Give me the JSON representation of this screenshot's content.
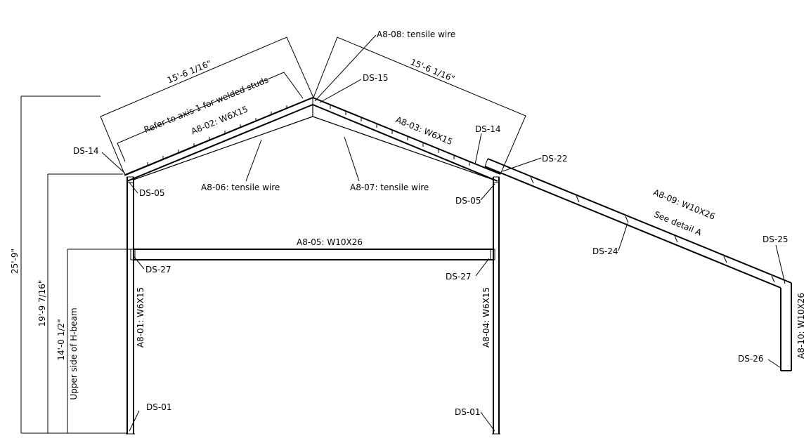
{
  "dimensions": {
    "left_total_height": "25'-9\"",
    "left_eave_height": "19'-9 7/16\"",
    "left_beam_height": "14'-0 1/2\"",
    "left_beam_note": "Upper side of H-beam",
    "left_rafter_length": "15'-6 1/16\"",
    "right_rafter_length": "15'-6 1/16\""
  },
  "members": {
    "a8_01": "A8-01: W6X15",
    "a8_02": "A8-02: W6X15",
    "a8_03": "A8-03: W6X15",
    "a8_04": "A8-04: W6X15",
    "a8_05": "A8-05: W10X26",
    "a8_06": "A8-06: tensile wire",
    "a8_07": "A8-07: tensile wire",
    "a8_08": "A8-08: tensile wire",
    "a8_09": "A8-09: W10X26",
    "a8_09_note": "See detail A",
    "a8_10": "A8-10: W10X26"
  },
  "notes": {
    "welded_studs": "Refer to axis 1 for welded studs"
  },
  "details": {
    "ds01_left": "DS-01",
    "ds01_right": "DS-01",
    "ds05_left": "DS-05",
    "ds05_right": "DS-05",
    "ds14_left": "DS-14",
    "ds14_right": "DS-14",
    "ds15": "DS-15",
    "ds22": "DS-22",
    "ds24": "DS-24",
    "ds25": "DS-25",
    "ds26": "DS-26",
    "ds27_left": "DS-27",
    "ds27_right": "DS-27"
  }
}
